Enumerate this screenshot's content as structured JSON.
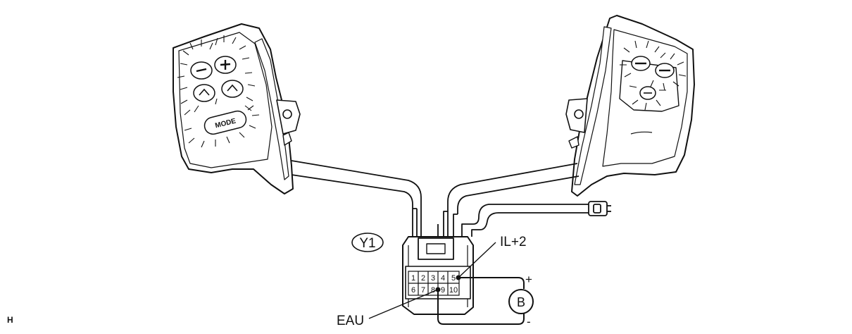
{
  "connector": {
    "label": "Y1",
    "pins_top": [
      "1",
      "2",
      "3",
      "4",
      "5"
    ],
    "pins_bottom": [
      "6",
      "7",
      "8",
      "9",
      "10"
    ]
  },
  "terminals": {
    "ill_plus": "IL+2",
    "eau": "EAU"
  },
  "battery": {
    "symbol": "B",
    "plus": "+",
    "minus": "-"
  },
  "switch_left": {
    "mode_label": "MODE"
  },
  "corner_mark": "H"
}
